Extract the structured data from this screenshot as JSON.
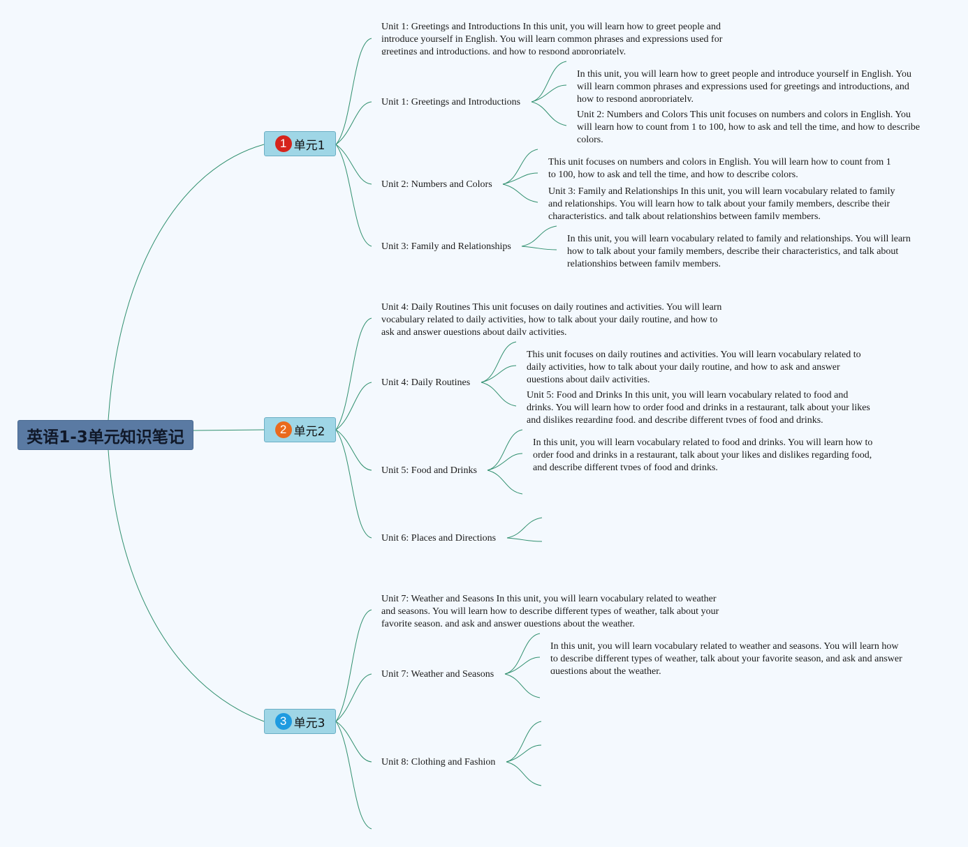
{
  "root": {
    "title": "英语1-3单元知识笔记"
  },
  "colors": {
    "line": "#2f8f6e",
    "badge1": "#d6241b",
    "badge2": "#ea6a1d",
    "badge3": "#1e9be0"
  },
  "units": [
    {
      "number": "1",
      "title": "单元1"
    },
    {
      "number": "2",
      "title": "单元2"
    },
    {
      "number": "3",
      "title": "单元3"
    }
  ],
  "topics": [
    "Unit 1: Greetings and Introductions In this unit, you will learn how to greet people and introduce yourself in English. You will learn common phrases and expressions used for greetings and introductions, and how to respond appropriately.",
    "Unit 1: Greetings and Introductions",
    "Unit 2: Numbers and Colors",
    "Unit 3: Family and Relationships",
    "Unit 4: Daily Routines This unit focuses on daily routines and activities. You will learn vocabulary related to daily activities, how to talk about your daily routine, and how to ask and answer questions about daily activities.",
    "Unit 4: Daily Routines",
    "Unit 5: Food and Drinks",
    "Unit 6: Places and Directions",
    "Unit 7: Weather and Seasons In this unit, you will learn vocabulary related to weather and seasons. You will learn how to describe different types of weather, talk about your favorite season, and ask and answer questions about the weather.",
    "Unit 7: Weather and Seasons",
    "Unit 8: Clothing and Fashion"
  ],
  "details": [
    "In this unit, you will learn how to greet people and introduce yourself in English. You will learn common phrases and expressions used for greetings and introductions, and how to respond appropriately.",
    "Unit 2: Numbers and Colors This unit focuses on numbers and colors in English. You will learn how to count from 1 to 100, how to ask and tell the time, and how to describe colors.",
    "This unit focuses on numbers and colors in English. You will learn how to count from 1 to 100, how to ask and tell the time, and how to describe colors.",
    "Unit 3: Family and Relationships In this unit, you will learn vocabulary related to family and relationships. You will learn how to talk about your family members, describe their characteristics, and talk about relationships between family members.",
    "In this unit, you will learn vocabulary related to family and relationships. You will learn how to talk about your family members, describe their characteristics, and talk about relationships between family members.",
    "This unit focuses on daily routines and activities. You will learn vocabulary related to daily activities, how to talk about your daily routine, and how to ask and answer questions about daily activities.",
    "Unit 5: Food and Drinks In this unit, you will learn vocabulary related to food and drinks. You will learn how to order food and drinks in a restaurant, talk about your likes and dislikes regarding food, and describe different types of food and drinks.",
    "In this unit, you will learn vocabulary related to food and drinks. You will learn how to order food and drinks in a restaurant, talk about your likes and dislikes regarding food, and describe different types of food and drinks.",
    "In this unit, you will learn vocabulary related to weather and seasons. You will learn how to describe different types of weather, talk about your favorite season, and ask and answer questions about the weather."
  ]
}
